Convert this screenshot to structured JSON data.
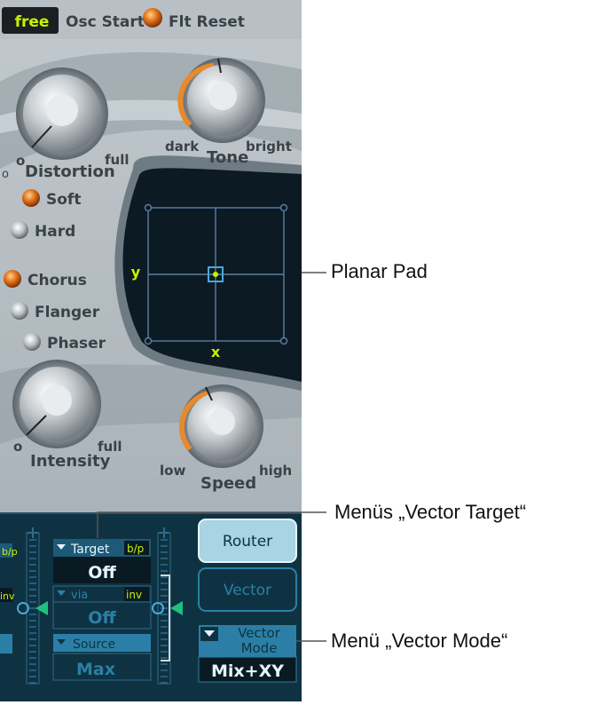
{
  "top_bar": {
    "mode_value": "free",
    "osc_start_label": "Osc Start",
    "flt_reset_label": "Flt Reset"
  },
  "distortion": {
    "label": "Distortion",
    "min_label": "o",
    "max_label": "full",
    "soft_label": "Soft",
    "hard_label": "Hard",
    "selected": "Soft"
  },
  "tone": {
    "label": "Tone",
    "min_label": "dark",
    "max_label": "bright"
  },
  "effects": {
    "chorus_label": "Chorus",
    "flanger_label": "Flanger",
    "phaser_label": "Phaser",
    "selected": "Chorus"
  },
  "intensity": {
    "label": "Intensity",
    "min_label": "o",
    "max_label": "full"
  },
  "speed": {
    "label": "Speed",
    "min_label": "low",
    "max_label": "high"
  },
  "pad": {
    "y_label": "y",
    "x_label": "x"
  },
  "router": {
    "left_partial": {
      "bp_label": "b/p",
      "inv_label": "inv"
    },
    "target_label": "Target",
    "bp_label": "b/p",
    "target_value": "Off",
    "via_label": "via",
    "inv_label": "inv",
    "via_value": "Off",
    "source_label": "Source",
    "source_value": "Max",
    "router_button": "Router",
    "vector_button": "Vector",
    "vector_mode_label_1": "Vector",
    "vector_mode_label_2": "Mode",
    "vector_mode_value": "Mix+XY"
  },
  "callouts": {
    "planar_pad": "Planar Pad",
    "vector_target": "Menüs „Vector Target“",
    "vector_mode": "Menü „Vector Mode“"
  },
  "colors": {
    "panel": "#bfc6cb",
    "router_bg": "#0f3242",
    "accent_orange": "#e8892c",
    "lcd_green": "#c8f000",
    "pad_bg": "#0c1a24"
  }
}
